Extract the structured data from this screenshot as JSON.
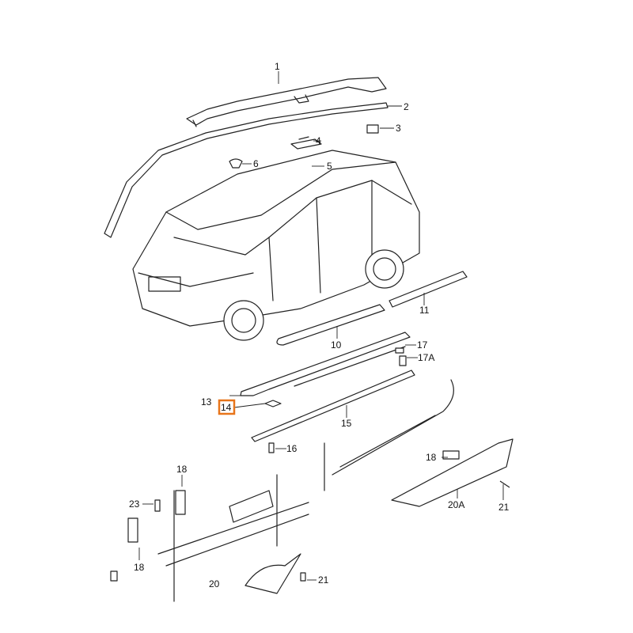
{
  "diagram": {
    "callouts": [
      {
        "id": "1",
        "label": "1"
      },
      {
        "id": "2",
        "label": "2"
      },
      {
        "id": "3",
        "label": "3"
      },
      {
        "id": "4",
        "label": "4"
      },
      {
        "id": "5",
        "label": "5"
      },
      {
        "id": "6",
        "label": "6"
      },
      {
        "id": "10",
        "label": "10"
      },
      {
        "id": "11",
        "label": "11"
      },
      {
        "id": "13",
        "label": "13"
      },
      {
        "id": "14",
        "label": "14"
      },
      {
        "id": "15",
        "label": "15"
      },
      {
        "id": "16",
        "label": "16"
      },
      {
        "id": "17",
        "label": "17"
      },
      {
        "id": "17A",
        "label": "17A"
      },
      {
        "id": "18a",
        "label": "18"
      },
      {
        "id": "20A",
        "label": "20A"
      },
      {
        "id": "21a",
        "label": "21"
      },
      {
        "id": "18b",
        "label": "18"
      },
      {
        "id": "23",
        "label": "23"
      },
      {
        "id": "18c",
        "label": "18"
      },
      {
        "id": "20",
        "label": "20"
      },
      {
        "id": "21b",
        "label": "21"
      }
    ],
    "highlighted_callout": "14",
    "highlight_color": "#e8751a"
  }
}
